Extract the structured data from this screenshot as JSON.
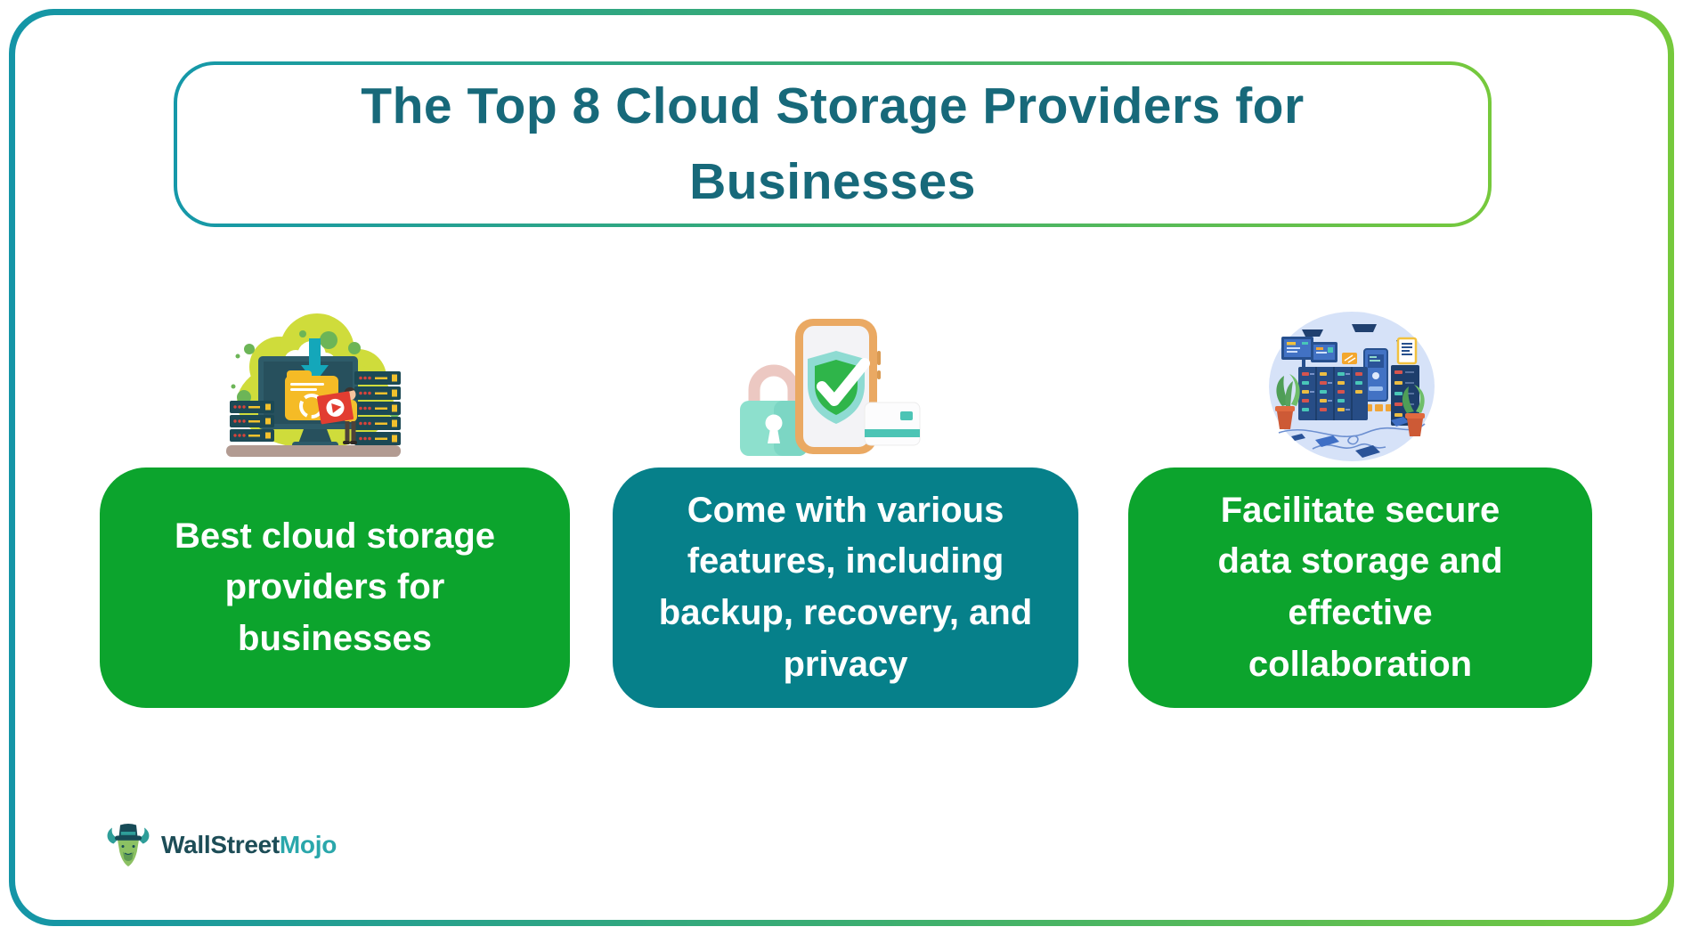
{
  "frame": {
    "background": "#ffffff",
    "border_gradient_left": "#1495a7",
    "border_gradient_right": "#76c93c"
  },
  "title": {
    "text": "The Top 8 Cloud Storage Providers for\nBusinesses",
    "text_color": "#17697a"
  },
  "cards": [
    {
      "text": "Best cloud storage\nproviders for\nbusinesses",
      "bg_color": "#0ca42d",
      "illustration": "cloud-backup-servers-illustration"
    },
    {
      "text": "Come with various\nfeatures, including\nbackup, recovery, and\nprivacy",
      "bg_color": "#06808a",
      "illustration": "security-lock-shield-phone-illustration"
    },
    {
      "text": "Facilitate secure\ndata storage and\neffective\ncollaboration",
      "bg_color": "#0ca42d",
      "illustration": "server-room-illustration"
    }
  ],
  "footer": {
    "logo_icon": "bull-mascot-icon",
    "logo_text_primary": "WallStreet",
    "logo_text_accent": "Mojo",
    "logo_primary_color": "#1d4d57",
    "logo_accent_color": "#2aa7ab"
  }
}
